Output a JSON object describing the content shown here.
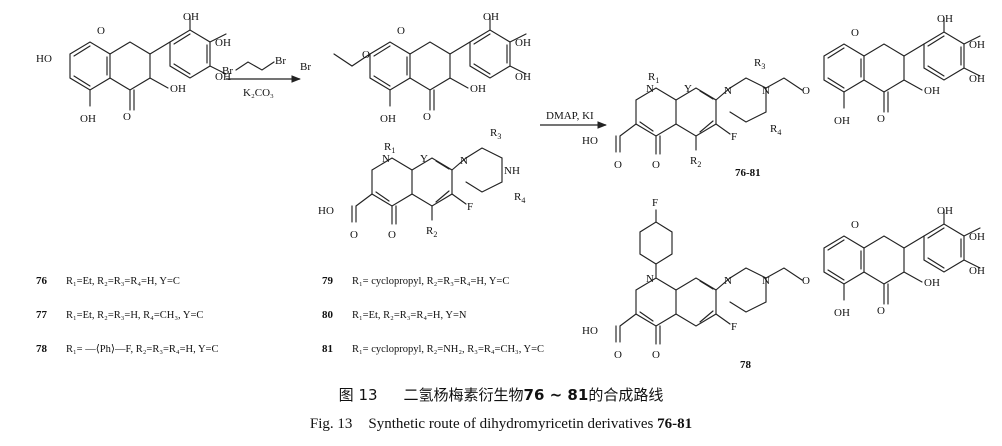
{
  "scheme": {
    "reagents": {
      "step1_reagent": "Br",
      "step1_base": "K₂CO₃",
      "step2": "DMAP, KI"
    },
    "compound_numbers": {
      "product_top": "76-81",
      "product_bottom": "78"
    },
    "definitions": [
      {
        "num": "76",
        "text": "R₁=Et, R₂=R₃=R₄=H, Y=C"
      },
      {
        "num": "77",
        "text": "R₁=Et, R₂=R₃=H, R₄=CH₃, Y=C"
      },
      {
        "num": "78",
        "text": "R₁= —⟨Ph⟩—F, R₂=R₃=R₄=H, Y=C"
      },
      {
        "num": "79",
        "text": "R₁= cyclopropyl, R₂=R₃=R₄=H, Y=C"
      },
      {
        "num": "80",
        "text": "R₁=Et, R₂=R₃=R₄=H, Y=N"
      },
      {
        "num": "81",
        "text": "R₁= cyclopropyl, R₂=NH₂, R₃=R₄=CH₃, Y=C"
      }
    ]
  },
  "caption": {
    "cn_prefix": "图 13",
    "cn_text": "二氢杨梅素衍生物",
    "cn_num": "76 ~ 81",
    "cn_suffix": "的合成路线",
    "en_prefix": "Fig. 13",
    "en_text": "Synthetic route of dihydromyricetin derivatives",
    "en_num": "76-81"
  }
}
